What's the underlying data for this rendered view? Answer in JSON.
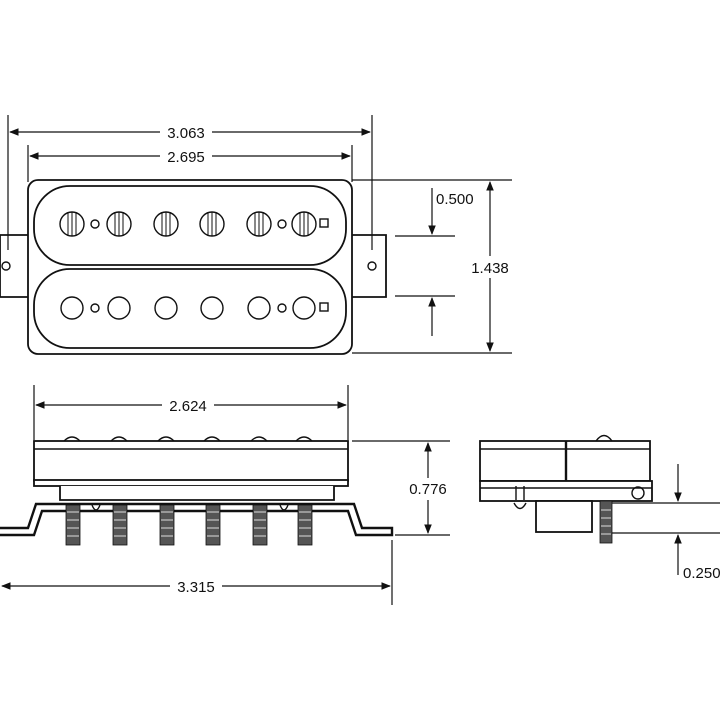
{
  "dimensions": {
    "overall_length_top": "3.063",
    "cover_length_top": "2.695",
    "pole_offset": "0.500",
    "width": "1.438",
    "base_length": "2.624",
    "height": "0.776",
    "total_length": "3.315",
    "screw_depth": "0.250"
  }
}
